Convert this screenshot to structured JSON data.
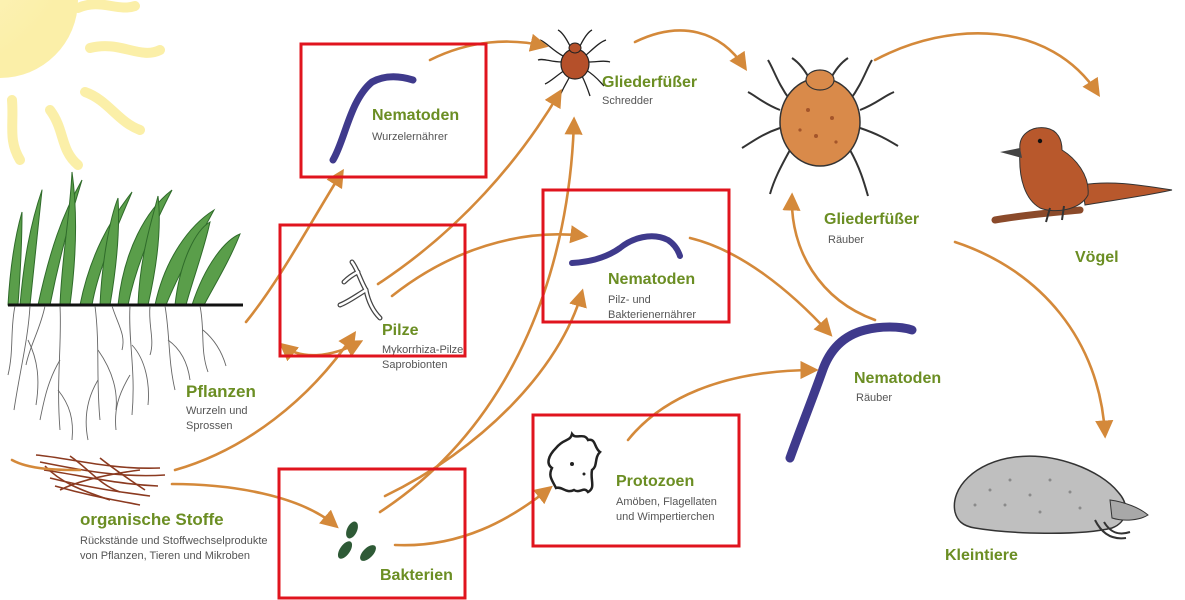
{
  "colors": {
    "arrow": "#d4893a",
    "highlight_box": "#e0141e",
    "label_title": "#6b8e23",
    "label_sub": "#555555",
    "nematode": "#3f3a8c",
    "arthropod": "#c0703a",
    "bird": "#b8582c",
    "sun": "#fbefa8",
    "grass": "#5a9e4a"
  },
  "nodes": {
    "pflanzen": {
      "title": "Pflanzen",
      "sub1": "Wurzeln und",
      "sub2": "Sprossen",
      "icon": "plant-roots-icon"
    },
    "organische_stoffe": {
      "title": "organische Stoffe",
      "sub1": "Rückstände und Stoffwechselprodukte",
      "sub2": "von Pflanzen, Tieren und Mikroben",
      "icon": "organic-matter-icon"
    },
    "nematoden_wurzel": {
      "title": "Nematoden",
      "sub1": "Wurzelernährer",
      "icon": "nematode-icon"
    },
    "pilze": {
      "title": "Pilze",
      "sub1": "Mykorrhiza-Pilze",
      "sub2": "Saprobionten",
      "icon": "fungus-hyphae-icon"
    },
    "bakterien": {
      "title": "Bakterien",
      "icon": "bacteria-icon"
    },
    "gliederfuesser_schredder": {
      "title": "Gliederfüßer",
      "sub1": "Schredder",
      "icon": "mite-icon"
    },
    "nematoden_pilz": {
      "title": "Nematoden",
      "sub1": "Pilz- und",
      "sub2": "Bakterienernährer",
      "icon": "nematode-icon"
    },
    "protozoen": {
      "title": "Protozoen",
      "sub1": "Amöben, Flagellaten",
      "sub2": "und Wimpertierchen",
      "icon": "amoeba-icon"
    },
    "gliederfuesser_raeuber": {
      "title": "Gliederfüßer",
      "sub1": "Räuber",
      "icon": "predatory-mite-icon"
    },
    "nematoden_raeuber": {
      "title": "Nematoden",
      "sub1": "Räuber",
      "icon": "nematode-icon"
    },
    "voegel": {
      "title": "Vögel",
      "icon": "bird-icon"
    },
    "kleintiere": {
      "title": "Kleintiere",
      "icon": "mole-icon"
    }
  },
  "decor": {
    "sun": "sun-icon"
  }
}
